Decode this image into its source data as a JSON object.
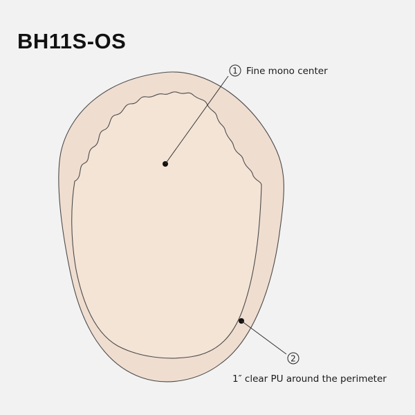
{
  "title": "BH11S-OS",
  "colors": {
    "background": "#f2f2f2",
    "perimeter_fill": "#efddd0",
    "center_fill": "#f4e4d6",
    "outline": "#4a4a4a",
    "leader_line": "#333333"
  },
  "callouts": [
    {
      "number": "1",
      "label": "Fine mono center"
    },
    {
      "number": "2",
      "label": "1″  clear PU around the perimeter"
    }
  ]
}
